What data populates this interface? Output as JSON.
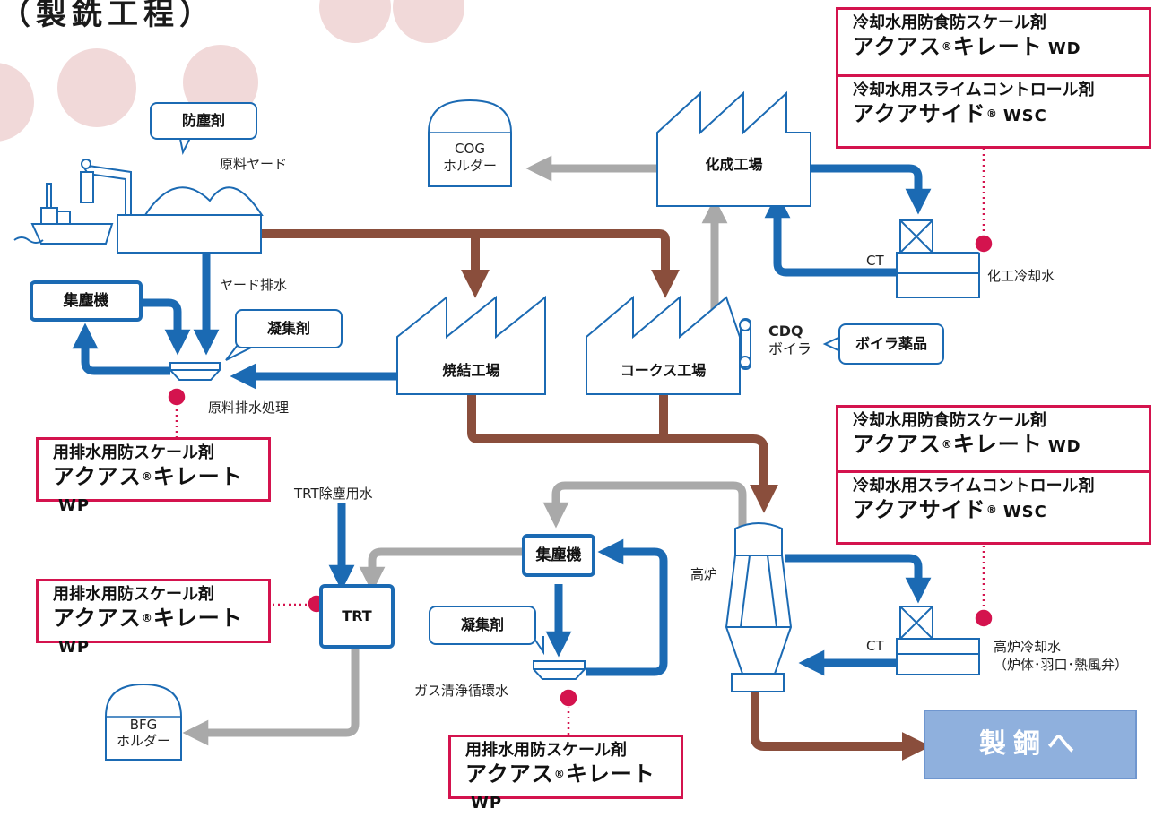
{
  "title": "（製銑工程）",
  "labels": {
    "dust_suppressant": "防塵剤",
    "raw_yard": "原料ヤード",
    "cog_line1": "COG",
    "cog_line2": "ホルダー",
    "chem_plant": "化成工場",
    "dust_collector": "集塵機",
    "yard_drain": "ヤード排水",
    "coagulant": "凝集剤",
    "sinter_plant": "焼結工場",
    "coke_plant": "コークス工場",
    "cdq_line1": "CDQ",
    "cdq_line2": "ボイラ",
    "boiler_chem": "ボイラ薬品",
    "raw_drain_treat": "原料排水処理",
    "ct": "CT",
    "chem_cooling": "化工冷却水",
    "trt_water": "TRT除塵用水",
    "dust_collector2": "集塵機",
    "trt": "TRT",
    "coagulant2": "凝集剤",
    "gas_clean": "ガス清浄循環水",
    "blast_furnace": "高炉",
    "ct2": "CT",
    "bf_cooling_line1": "高炉冷却水",
    "bf_cooling_line2": "（炉体･羽口･熱風弁）",
    "bfg_line1": "BFG",
    "bfg_line2": "ホルダー",
    "to_steel": "製鋼へ"
  },
  "products": {
    "cooling1": {
      "desc1": "冷却水用防食防スケール剤",
      "brand1": "アクアス",
      "sfx1": "キレート",
      "code1": "WD",
      "desc2": "冷却水用スライムコントロール剤",
      "brand2": "アクアサイド",
      "code2": "WSC"
    },
    "cooling2": {
      "desc1": "冷却水用防食防スケール剤",
      "brand1": "アクアス",
      "sfx1": "キレート",
      "code1": "WD",
      "desc2": "冷却水用スライムコントロール剤",
      "brand2": "アクアサイド",
      "code2": "WSC"
    },
    "drain1": {
      "desc": "用排水用防スケール剤",
      "brand": "アクアス",
      "sfx": "キレート",
      "code": "WP"
    },
    "drain2": {
      "desc": "用排水用防スケール剤",
      "brand": "アクアス",
      "sfx": "キレート",
      "code": "WP"
    },
    "drain3": {
      "desc": "用排水用防スケール剤",
      "brand": "アクアス",
      "sfx": "キレート",
      "code": "WP"
    },
    "reg": "®"
  },
  "colors": {
    "water": "#1b6ab3",
    "gas": "#a9a9a9",
    "material": "#8a4e3c",
    "product": "#d4134e",
    "to_steel": "#8fb0dd"
  }
}
